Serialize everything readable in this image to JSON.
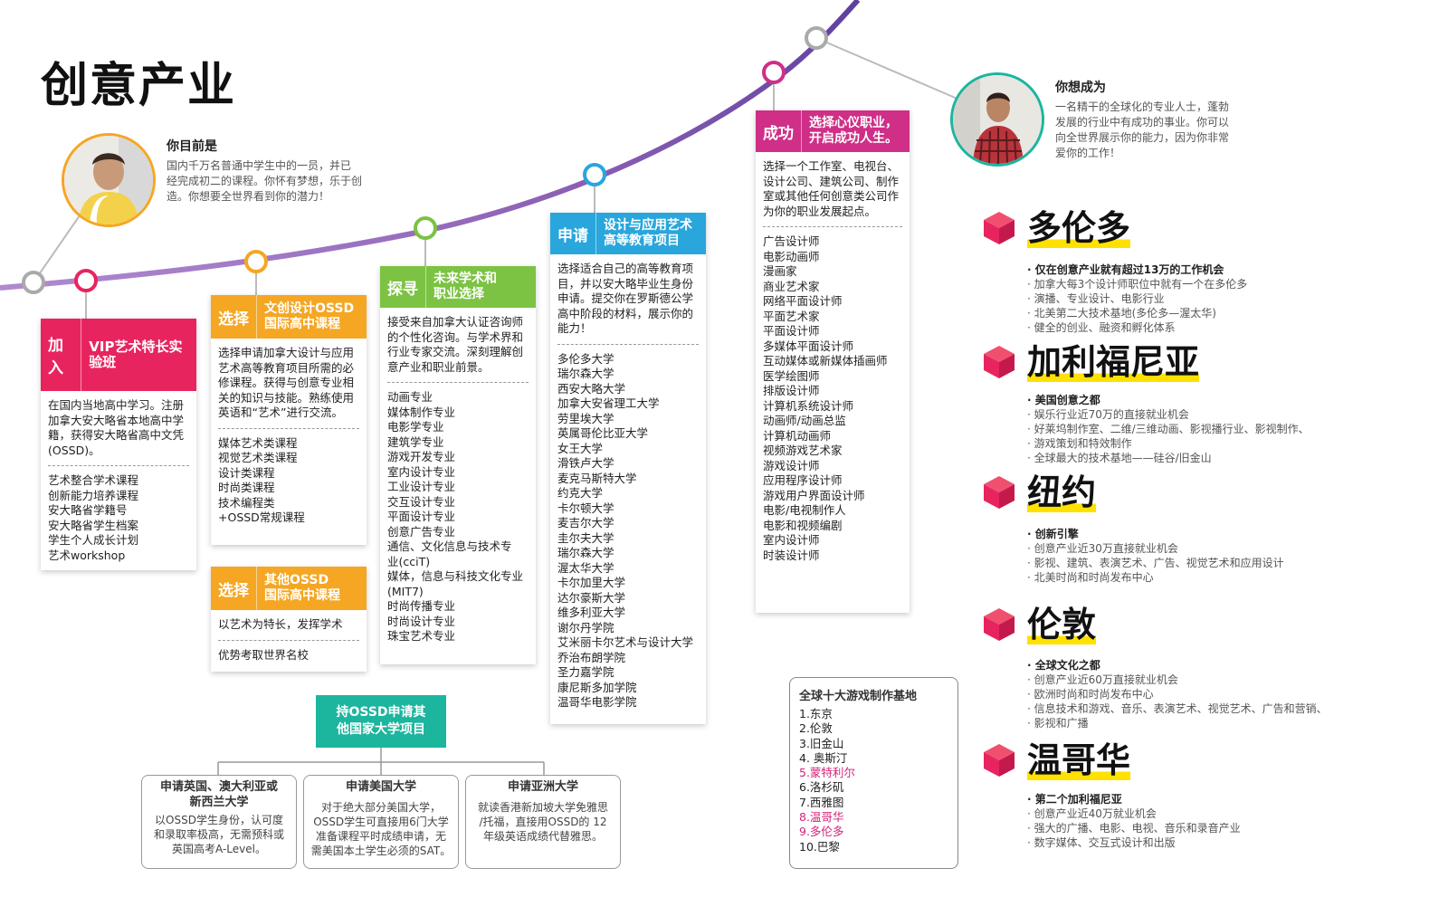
{
  "page_title": "创意产业",
  "intro": {
    "heading": "你目前是",
    "text_lines": [
      "国内千万名普通中学生中的一员，并已",
      "经完成初二的课程。你怀有梦想，乐于创",
      "造。你想要全世界看到你的潜力！"
    ]
  },
  "goal": {
    "heading": "你想成为",
    "text_lines": [
      "一名精干的全球化的专业人士，蓬勃",
      "发展的行业中有成功的事业。你可以",
      "向全世界展示你的能力，因为你非常",
      "爱你的工作！"
    ]
  },
  "colors": {
    "curve": "#8b5fb4",
    "pink": "#e8245f",
    "orange": "#f5a623",
    "green": "#7cc243",
    "blue": "#29a6dc",
    "magenta": "#cf2f87",
    "teal": "#1cb59e",
    "yellow": "#ffe100"
  },
  "cards": {
    "join": {
      "tag": "加入",
      "sub": "VIP艺术特长实验班",
      "desc_lines": [
        "在国内当地高中学习。注册",
        "加拿大安大略省本地高中学",
        "籍，获得安大略省高中文凭",
        "(OSSD)。"
      ],
      "items": [
        "艺术整合学术课程",
        "创新能力培养课程",
        "安大略省学籍号",
        "安大略省学生档案",
        "学生个人成长计划",
        "艺术workshop"
      ]
    },
    "choose1": {
      "tag": "选择",
      "sub_lines": [
        "文创设计OSSD",
        "国际高中课程"
      ],
      "desc_lines": [
        "选择申请加拿大设计与应用",
        "艺术高等教育项目所需的必",
        "修课程。获得与创意专业相",
        "关的知识与技能。熟练使用",
        "英语和“艺术”进行交流。"
      ],
      "items": [
        "媒体艺术类课程",
        "视觉艺术类课程",
        "设计类课程",
        "时尚类课程",
        "技术编程类",
        "+OSSD常规课程"
      ]
    },
    "choose2": {
      "tag": "选择",
      "sub_lines": [
        "其他OSSD",
        "国际高中课程"
      ],
      "desc_lines": [
        "以艺术为特长，发挥学术"
      ],
      "items": [
        "优势考取世界名校"
      ]
    },
    "explore": {
      "tag": "探寻",
      "sub_lines": [
        "未来学术和",
        "职业选择"
      ],
      "desc_lines": [
        "接受来自加拿大认证咨询师",
        "的个性化咨询。与学术界和",
        "行业专家交流。深刻理解创",
        "意产业和职业前景。"
      ],
      "items": [
        "动画专业",
        "媒体制作专业",
        "电影学专业",
        "建筑学专业",
        "游戏开发专业",
        "室内设计专业",
        "工业设计专业",
        "交互设计专业",
        "平面设计专业",
        "创意广告专业",
        "通信、文化信息与技术专",
        "业(cciT)",
        "媒体，信息与科技文化专业",
        "(MIT7)",
        "时尚传播专业",
        "时尚设计专业",
        "珠宝艺术专业"
      ]
    },
    "apply": {
      "tag": "申请",
      "sub_lines": [
        "设计与应用艺术",
        "高等教育项目"
      ],
      "desc_lines": [
        "选择适合自己的高等教育项",
        "目，并以安大略毕业生身份",
        "申请。提交你在罗斯德公学",
        "高中阶段的材料，展示你的",
        "能力！"
      ],
      "items": [
        "多伦多大学",
        "瑞尔森大学",
        "西安大略大学",
        "加拿大安省理工大学",
        "劳里埃大学",
        "英属哥伦比亚大学",
        "女王大学",
        "滑铁卢大学",
        "麦克马斯特大学",
        "约克大学",
        "卡尔顿大学",
        "麦吉尔大学",
        "圭尔夫大学",
        "瑞尔森大学",
        "渥太华大学",
        "卡尔加里大学",
        "达尔豪斯大学",
        "维多利亚大学",
        "谢尔丹学院",
        "艾米丽卡尔艺术与设计大学",
        "乔治布朗学院",
        "圣力嘉学院",
        "康尼斯多加学院",
        "温哥华电影学院"
      ]
    },
    "success": {
      "tag": "成功",
      "sub_lines": [
        "选择心仪职业，",
        "开启成功人生。"
      ],
      "desc_lines": [
        "选择一个工作室、电视台、",
        "设计公司、建筑公司、制作",
        "室或其他任何创意类公司作",
        "为你的职业发展起点。"
      ],
      "items": [
        "广告设计师",
        "电影动画师",
        "漫画家",
        "商业艺术家",
        "网络平面设计师",
        "平面艺术家",
        "平面设计师",
        "多媒体平面设计师",
        "互动媒体或新媒体插画师",
        "医学绘图师",
        "排版设计师",
        "计算机系统设计师",
        "动画师/动画总监",
        "计算机动画师",
        "视频游戏艺术家",
        "游戏设计师",
        "应用程序设计师",
        "游戏用户界面设计师",
        "电影/电视制作人",
        "电影和视频编剧",
        "室内设计师",
        "时装设计师"
      ]
    }
  },
  "ossd_apply": {
    "lines": [
      "持OSSD申请其",
      "他国家大学项目"
    ]
  },
  "bottom_boxes": [
    {
      "title_lines": [
        "申请英国、澳大利亚或",
        "新西兰大学"
      ],
      "text_lines": [
        "以OSSD学生身份，认可度",
        "和录取率极高，无需预科或",
        "英国高考A-Level。"
      ]
    },
    {
      "title_lines": [
        "申请美国大学"
      ],
      "text_lines": [
        "对于绝大部分美国大学，",
        "OSSD学生可直接用6门大学",
        "准备课程平时成绩申请，无",
        "需美国本土学生必须的SAT。"
      ]
    },
    {
      "title_lines": [
        "申请亚洲大学"
      ],
      "text_lines": [
        "就读香港新加坡大学免雅思",
        "/托福，直接用OSSD的 12",
        "年级英语成绩代替雅思。"
      ]
    }
  ],
  "game_bases": {
    "heading": "全球十大游戏制作基地",
    "items": [
      {
        "label": "1.东京",
        "highlight": false
      },
      {
        "label": "2.伦敦",
        "highlight": false
      },
      {
        "label": "3.旧金山",
        "highlight": false
      },
      {
        "label": "4. 奥斯汀",
        "highlight": false
      },
      {
        "label": "5.蒙特利尔",
        "highlight": true
      },
      {
        "label": "6.洛杉矶",
        "highlight": false
      },
      {
        "label": "7.西雅图",
        "highlight": false
      },
      {
        "label": "8.温哥华",
        "highlight": true
      },
      {
        "label": "9.多伦多",
        "highlight": true
      },
      {
        "label": "10.巴黎",
        "highlight": false
      }
    ]
  },
  "cities": [
    {
      "name": "多伦多",
      "items": [
        {
          "text": "仅在创意产业就有超过13万的工作机会",
          "bold": true
        },
        {
          "text": "加拿大每3个设计师职位中就有一个在多伦多",
          "bold": false
        },
        {
          "text": "演播、专业设计、电影行业",
          "bold": false
        },
        {
          "text": "北美第二大技术基地(多伦多—渥太华)",
          "bold": false,
          "bold_prefix": "北美第二大技术基地"
        },
        {
          "text": "健全的创业、融资和孵化体系",
          "bold": false
        }
      ]
    },
    {
      "name": "加利福尼亚",
      "items": [
        {
          "text": "美国创意之都",
          "bold": true
        },
        {
          "text": "娱乐行业近70万的直接就业机会",
          "bold": false
        },
        {
          "text": "好莱坞制作室、二维/三维动画、影视播行业、影视制作、",
          "bold": false
        },
        {
          "text": "游戏策划和特效制作",
          "bold": false
        },
        {
          "text": "全球最大的技术基地——硅谷/旧金山",
          "bold": false
        }
      ]
    },
    {
      "name": "纽约",
      "items": [
        {
          "text": "创新引擎",
          "bold": true
        },
        {
          "text": "创意产业近30万直接就业机会",
          "bold": false
        },
        {
          "text": "影视、建筑、表演艺术、广告、视觉艺术和应用设计",
          "bold": false
        },
        {
          "text": "北美时尚和时尚发布中心",
          "bold": false
        }
      ]
    },
    {
      "name": "伦敦",
      "items": [
        {
          "text": "全球文化之都",
          "bold": true
        },
        {
          "text": "创意产业近60万直接就业机会",
          "bold": false
        },
        {
          "text": "欧洲时尚和时尚发布中心",
          "bold": false
        },
        {
          "text": "信息技术和游戏、音乐、表演艺术、视觉艺术、广告和营销、",
          "bold": false
        },
        {
          "text": "影视和广播",
          "bold": false
        }
      ]
    },
    {
      "name": "温哥华",
      "items": [
        {
          "text": "第二个加利福尼亚",
          "bold": true
        },
        {
          "text": "创意产业近40万就业机会",
          "bold": false
        },
        {
          "text": "强大的广播、电影、电视、音乐和录音产业",
          "bold": false
        },
        {
          "text": "数字媒体、交互式设计和出版",
          "bold": false
        }
      ]
    }
  ]
}
